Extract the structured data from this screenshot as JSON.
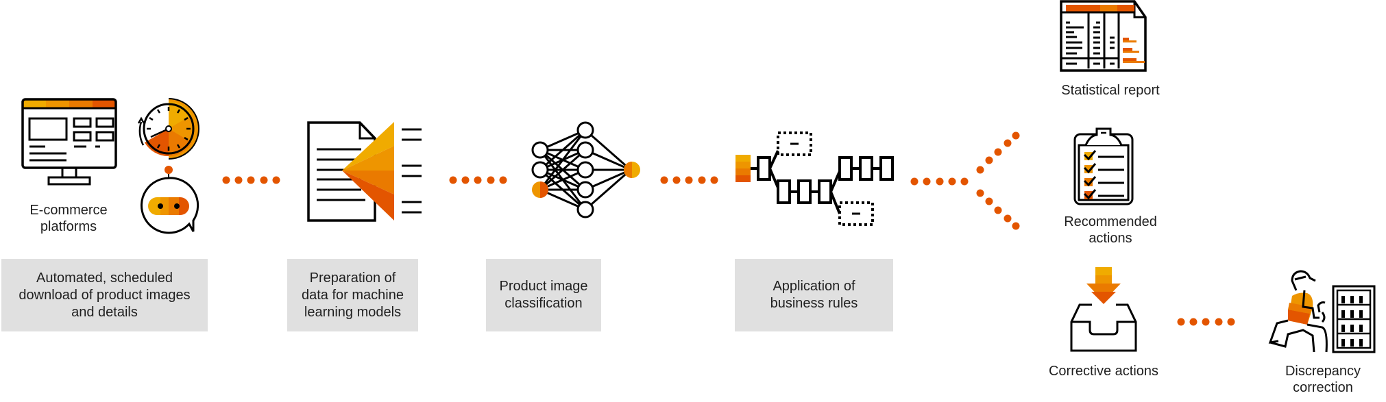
{
  "colors": {
    "orange1": "#F0AB00",
    "orange2": "#EE9500",
    "orange3": "#EA7A00",
    "orange4": "#E35500",
    "connector": "#E35500",
    "stroke": "#000000",
    "box_bg": "#E0E0E0"
  },
  "steps": [
    {
      "id": "download",
      "icon": "monitor-clock-chatbot-icon",
      "icon_label": [
        "E-commerce",
        "platforms"
      ],
      "box_text": [
        "Automated, scheduled",
        "download of product images",
        "and details"
      ]
    },
    {
      "id": "preparation",
      "icon": "document-funnel-icon",
      "box_text": [
        "Preparation of",
        "data for machine",
        "learning models"
      ]
    },
    {
      "id": "classification",
      "icon": "neural-network-icon",
      "box_text": [
        "Product image",
        "classification"
      ]
    },
    {
      "id": "business-rules",
      "icon": "decision-tree-icon",
      "box_text": [
        "Application of",
        "business rules"
      ]
    }
  ],
  "outputs": [
    {
      "id": "statistical-report",
      "icon": "report-icon",
      "label": [
        "Statistical report"
      ]
    },
    {
      "id": "recommended-actions",
      "icon": "clipboard-checklist-icon",
      "label": [
        "Recommended",
        "actions"
      ]
    },
    {
      "id": "corrective-actions",
      "icon": "inbox-arrow-icon",
      "label": [
        "Corrective actions"
      ]
    },
    {
      "id": "discrepancy-correction",
      "icon": "technician-shelf-icon",
      "label": [
        "Discrepancy",
        "correction"
      ]
    }
  ]
}
